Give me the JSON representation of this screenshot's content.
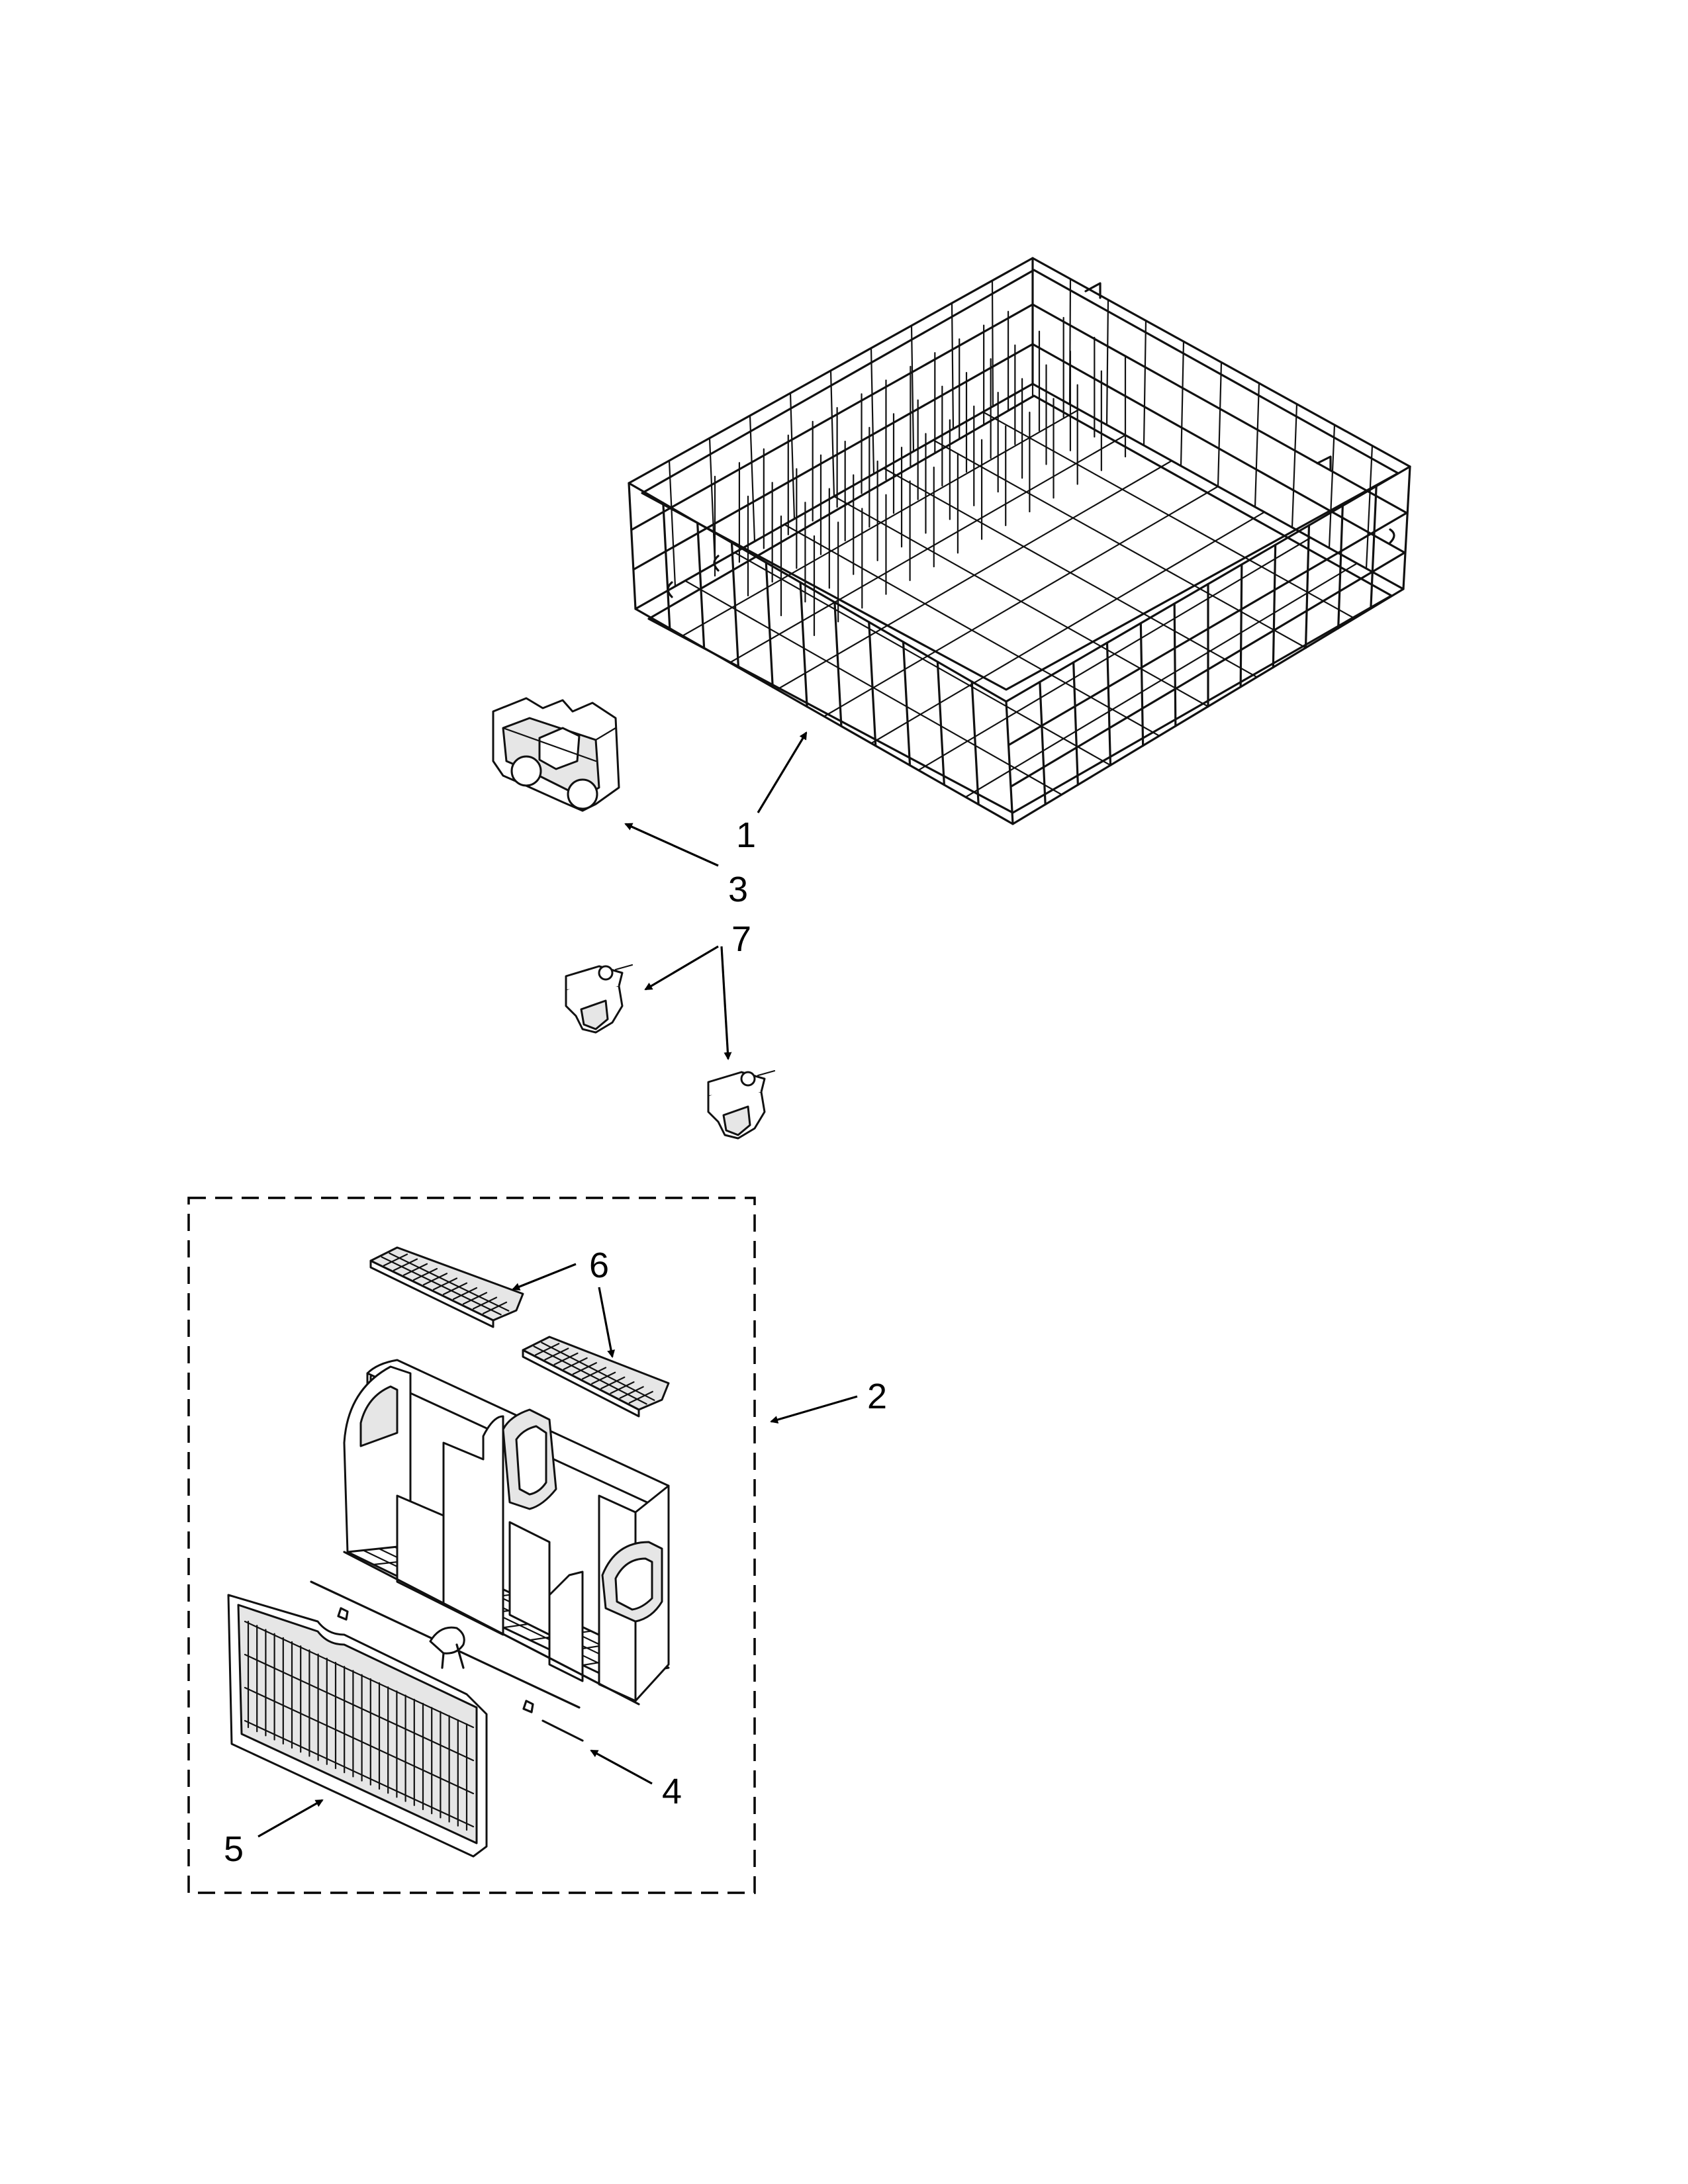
{
  "callouts": {
    "c1": "1",
    "c2": "2",
    "c3": "3",
    "c4": "4",
    "c5": "5",
    "c6": "6",
    "c6b": "6",
    "c7": "7"
  },
  "colors": {
    "line": "#111111",
    "background": "#ffffff",
    "shade": "#e6e6e6"
  }
}
